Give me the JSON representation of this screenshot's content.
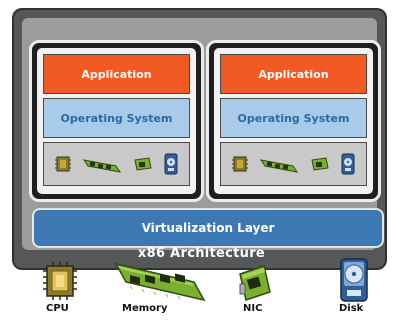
{
  "vms": [
    {
      "application_label": "Application",
      "os_label": "Operating System",
      "virtual_hardware_icons": [
        "cpu-icon",
        "memory-icon",
        "nic-icon",
        "disk-icon"
      ]
    },
    {
      "application_label": "Application",
      "os_label": "Operating System",
      "virtual_hardware_icons": [
        "cpu-icon",
        "memory-icon",
        "nic-icon",
        "disk-icon"
      ]
    }
  ],
  "virtualization_layer_label": "Virtualization Layer",
  "architecture_label": "x86 Architecture",
  "physical_hardware": [
    {
      "label": "CPU",
      "icon": "cpu-icon"
    },
    {
      "label": "Memory",
      "icon": "memory-icon"
    },
    {
      "label": "NIC",
      "icon": "nic-icon"
    },
    {
      "label": "Disk",
      "icon": "disk-icon"
    }
  ],
  "colors": {
    "application": "#f15a22",
    "operating_system": "#a9cbe9",
    "virtualization_layer": "#3d78b4",
    "chip_green": "#7bb02e"
  }
}
